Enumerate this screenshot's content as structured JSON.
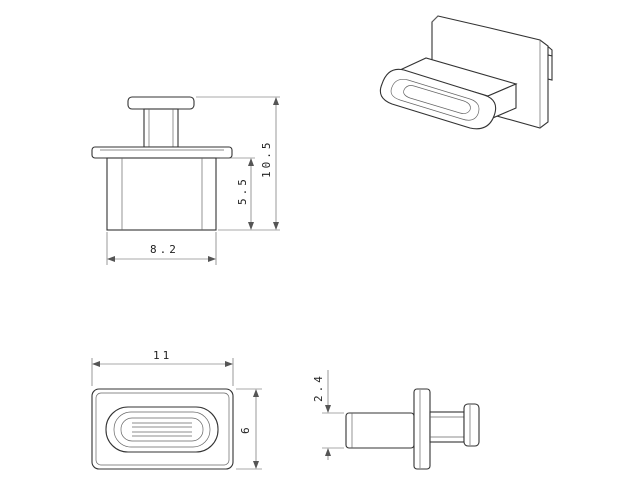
{
  "dimensions": {
    "front_width": "8.2",
    "front_insert_height": "5.5",
    "front_total_height": "10.5",
    "bottom_width": "11",
    "bottom_height": "6",
    "side_flange": "2.4"
  },
  "colors": {
    "line": "#333333",
    "background": "#ffffff"
  }
}
